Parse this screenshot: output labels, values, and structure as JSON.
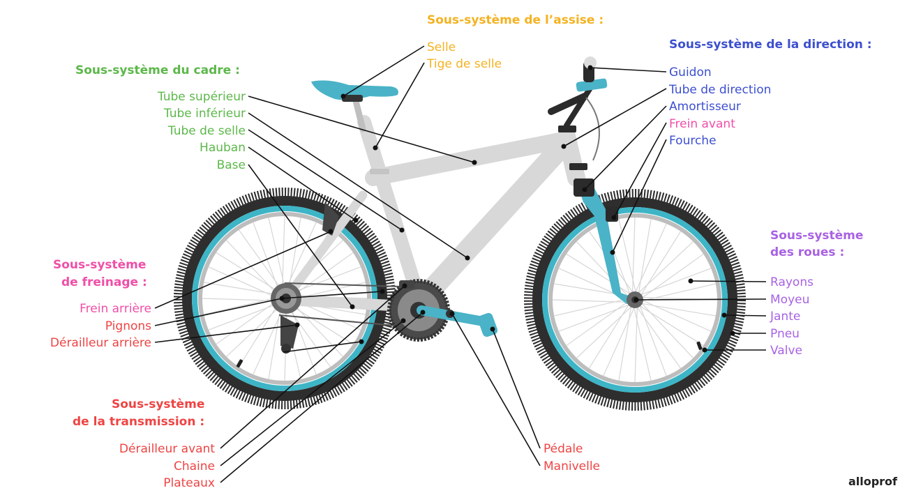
{
  "colors": {
    "assise": "#f4b221",
    "direction": "#3c4fcf",
    "cadre": "#5cb84a",
    "freinage": "#ef4fa8",
    "transmission": "#ee4444",
    "roues": "#a862e3",
    "frame": "#d8d8d8",
    "tire": "#2e2e2e",
    "rim": "#3db5c6",
    "accent": "#4ab3c7"
  },
  "headings": {
    "assise": "Sous-système de l’assise :",
    "direction": "Sous-système de la direction :",
    "cadre": "Sous-système du cadre :",
    "freinage_1": "Sous-système",
    "freinage_2": "de freinage :",
    "transmission_1": "Sous-système",
    "transmission_2": "de la transmission :",
    "roues_1": "Sous-système",
    "roues_2": "des roues :"
  },
  "labels": {
    "selle": "Selle",
    "tige_selle": "Tige de selle",
    "guidon": "Guidon",
    "tube_direction": "Tube de direction",
    "amortisseur": "Amortisseur",
    "frein_avant": "Frein avant",
    "fourche": "Fourche",
    "tube_superieur": "Tube supérieur",
    "tube_inferieur": "Tube inférieur",
    "tube_selle": "Tube de selle",
    "hauban": "Hauban",
    "base": "Base",
    "frein_arriere": "Frein arrière",
    "pignons": "Pignons",
    "derailleur_arriere": "Dérailleur arrière",
    "derailleur_avant": "Dérailleur avant",
    "chaine": "Chaine",
    "plateaux": "Plateaux",
    "pedale": "Pédale",
    "manivelle": "Manivelle",
    "rayons": "Rayons",
    "moyeu": "Moyeu",
    "jante": "Jante",
    "pneu": "Pneu",
    "valve": "Valve"
  },
  "brand": "alloprof"
}
